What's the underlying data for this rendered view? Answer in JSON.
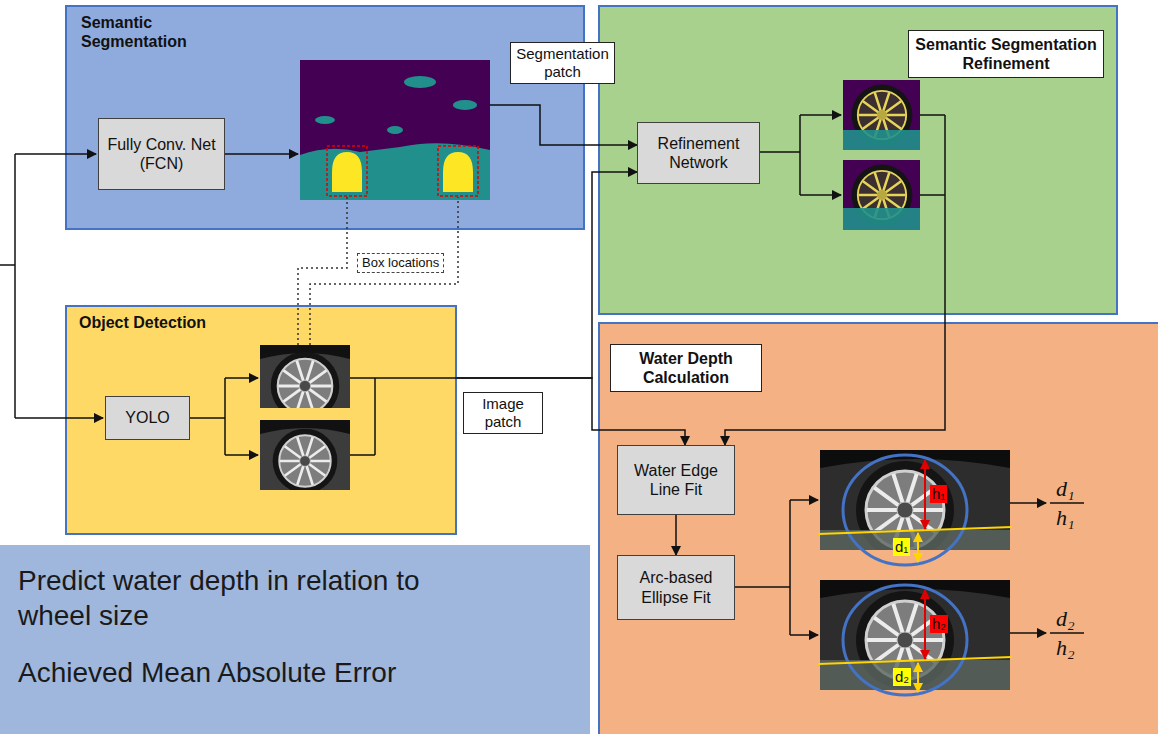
{
  "diagram": {
    "nodes": [
      {
        "text": [
          "Semantic Segmentation"
        ]
      },
      {
        "text": [
          "Fully Conv. Net (FCN)"
        ],
        "in": 0
      },
      {
        "text": [
          "Semantic Segmentation Refinement"
        ]
      },
      {
        "text": [
          "Refinement Network"
        ],
        "in": 2
      },
      {
        "text": [
          "Object Detection"
        ]
      },
      {
        "text": [
          "YOLO"
        ],
        "in": 4
      },
      {
        "text": [
          "Water Depth Calculation"
        ]
      },
      {
        "text": [
          "Water Edge Line Fit"
        ],
        "in": 6
      },
      {
        "text": [
          "Arc-based Ellipse Fit"
        ],
        "in": 6
      },
      {
        "text": [
          "Predict water depth in relation to wheel size",
          "Achieved Mean Absolute Error"
        ]
      }
    ],
    "edges": [
      {
        "from": 0,
        "to": 3,
        "arrow": "to"
      },
      {
        "from": 4,
        "to": 3,
        "arrow": "to"
      },
      {
        "from": 4,
        "to": 7,
        "arrow": "to"
      },
      {
        "from": 2,
        "to": 7,
        "arrow": "to"
      },
      {
        "from": 7,
        "to": 8,
        "arrow": "to"
      }
    ],
    "labels": [
      "Segmentation patch",
      "Box locations",
      "Image patch",
      "h₁",
      "d₁",
      "h₂",
      "d₂",
      "d₁",
      "h₁",
      "d₂",
      "h₂"
    ]
  }
}
